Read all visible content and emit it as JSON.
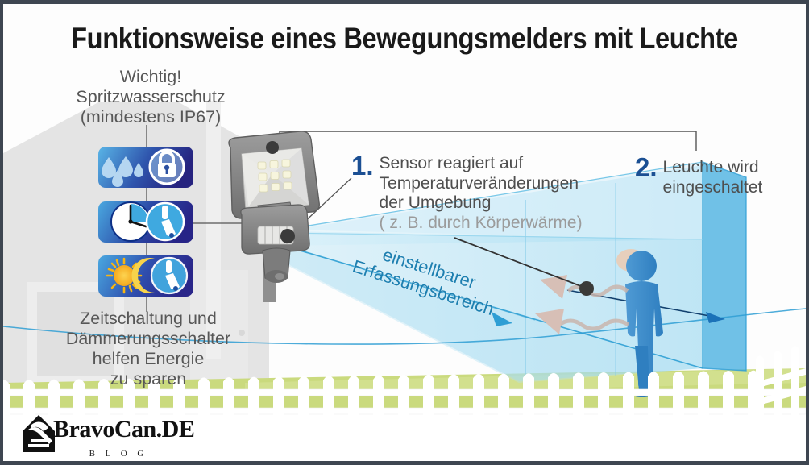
{
  "title": "Funktionsweise eines Bewegungsmelders mit Leuchte",
  "captions": {
    "top": [
      "Wichtig!",
      "Spritzwasserschutz",
      "(mindestens IP67)"
    ],
    "bottom": [
      "Zeitschaltung und",
      "Dämmerungsschalter",
      "helfen Energie",
      "zu sparen"
    ]
  },
  "callouts": [
    {
      "number": "1.",
      "lines": [
        "Sensor reagiert auf",
        "Temperaturveränderungen",
        "der Umgebung"
      ],
      "subline": "( z. B. durch Körperwärme)"
    },
    {
      "number": "2.",
      "lines": [
        "Leuchte wird",
        "eingeschaltet"
      ],
      "subline": ""
    }
  ],
  "beam_label": [
    "einstellbarer",
    "Erfassungsbereich"
  ],
  "badges": [
    {
      "name": "splash-water-protection",
      "icons": [
        "water-drops-icon",
        "padlock-icon"
      ]
    },
    {
      "name": "timer-switch",
      "icons": [
        "clock-icon",
        "toggle-switch-icon"
      ]
    },
    {
      "name": "day-night-twilight-switch",
      "icons": [
        "sun-icon",
        "moon-icon",
        "toggle-switch-icon"
      ]
    }
  ],
  "logo": {
    "brand": "BravoCan.DE",
    "sub": "B L O G",
    "icon": "house-hammer-icon"
  },
  "colors": {
    "accent_number": "#1b4f93",
    "beam_text": "#1d7fb0",
    "beam_fill": "#9fd8ef",
    "beam_far_face": "#33a7dd",
    "person": "#3f91cf",
    "lawn": "#cada7e",
    "house": "#e2e2e2",
    "badge_dark": "#2b2f93",
    "badge_light": "#4aa8e0",
    "sun": "#f7b512",
    "frame": "#3e4651"
  }
}
